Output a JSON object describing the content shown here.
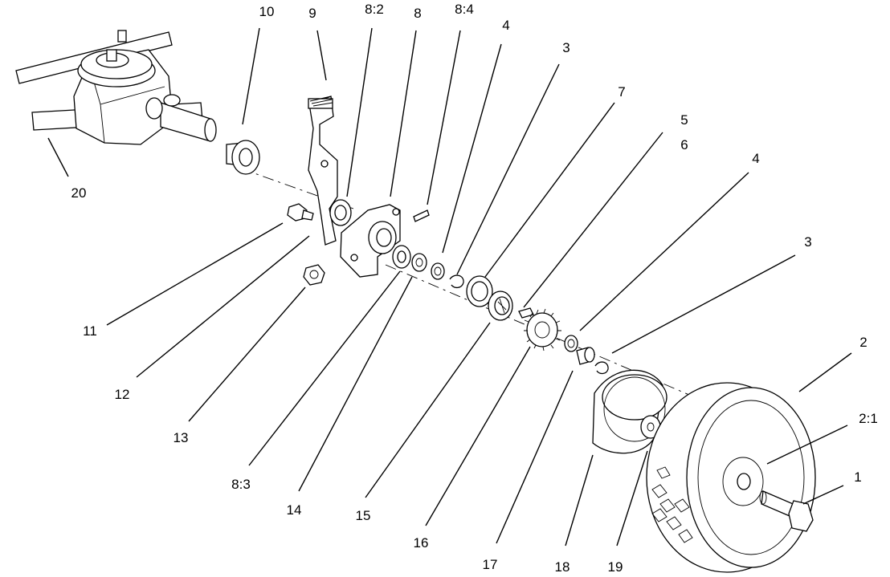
{
  "callouts": {
    "c1": "1",
    "c2": "2",
    "c2_1": "2:1",
    "c3a": "3",
    "c3b": "3",
    "c4a": "4",
    "c4b": "4",
    "c5": "5",
    "c6": "6",
    "c7": "7",
    "c8": "8",
    "c8_2": "8:2",
    "c8_3": "8:3",
    "c8_4": "8:4",
    "c9": "9",
    "c10": "10",
    "c11": "11",
    "c12": "12",
    "c13": "13",
    "c14": "14",
    "c15": "15",
    "c16": "16",
    "c17": "17",
    "c18": "18",
    "c19": "19",
    "c20": "20"
  }
}
